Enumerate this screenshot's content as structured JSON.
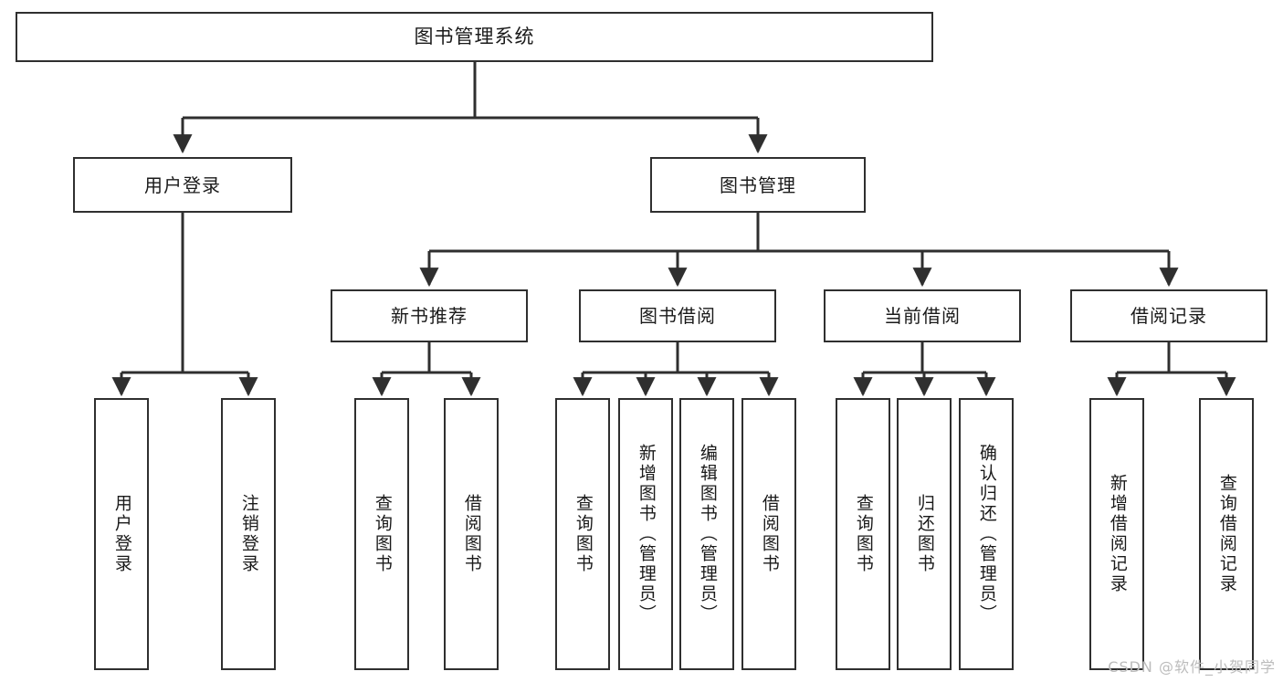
{
  "diagram": {
    "type": "tree-hierarchy-functional-structure",
    "title": "图书管理系统",
    "line_color": "#2f2f2f",
    "box_fill": "#ffffff",
    "text_color": "#1a1a1a",
    "watermark_color": "#bcbcbc"
  },
  "watermark": {
    "text": "CSDN @软件_小贺同学"
  },
  "nodes": {
    "root": {
      "label": "图书管理系统",
      "level": 1,
      "orientation": "horizontal"
    },
    "user_login": {
      "label": "用户登录",
      "level": 2,
      "orientation": "horizontal"
    },
    "book_manage": {
      "label": "图书管理",
      "level": 2,
      "orientation": "horizontal"
    },
    "new_book_rec": {
      "label": "新书推荐",
      "level": 3,
      "orientation": "horizontal"
    },
    "book_borrow": {
      "label": "图书借阅",
      "level": 3,
      "orientation": "horizontal"
    },
    "current_borrow": {
      "label": "当前借阅",
      "level": 3,
      "orientation": "horizontal"
    },
    "borrow_record": {
      "label": "借阅记录",
      "level": 3,
      "orientation": "horizontal"
    },
    "leaf_user_login": {
      "label": "用户登录",
      "level": 4,
      "orientation": "vertical"
    },
    "leaf_logout": {
      "label": "注销登录",
      "level": 4,
      "orientation": "vertical"
    },
    "leaf_query_book_1": {
      "label": "查询图书",
      "level": 4,
      "orientation": "vertical"
    },
    "leaf_borrow_book_1": {
      "label": "借阅图书",
      "level": 4,
      "orientation": "vertical"
    },
    "leaf_query_book_2": {
      "label": "查询图书",
      "level": 4,
      "orientation": "vertical"
    },
    "leaf_add_book": {
      "label": "新增图书（管理员）",
      "level": 4,
      "orientation": "vertical"
    },
    "leaf_edit_book": {
      "label": "编辑图书（管理员）",
      "level": 4,
      "orientation": "vertical"
    },
    "leaf_borrow_book_2": {
      "label": "借阅图书",
      "level": 4,
      "orientation": "vertical"
    },
    "leaf_query_book_3": {
      "label": "查询图书",
      "level": 4,
      "orientation": "vertical"
    },
    "leaf_return_book": {
      "label": "归还图书",
      "level": 4,
      "orientation": "vertical"
    },
    "leaf_confirm_return": {
      "label": "确认归还（管理员）",
      "level": 4,
      "orientation": "vertical"
    },
    "leaf_add_record": {
      "label": "新增借阅记录",
      "level": 4,
      "orientation": "vertical"
    },
    "leaf_query_record": {
      "label": "查询借阅记录",
      "level": 4,
      "orientation": "vertical"
    }
  },
  "edges": [
    {
      "from": "root",
      "to": "user_login"
    },
    {
      "from": "root",
      "to": "book_manage"
    },
    {
      "from": "user_login",
      "to": "leaf_user_login"
    },
    {
      "from": "user_login",
      "to": "leaf_logout"
    },
    {
      "from": "book_manage",
      "to": "new_book_rec"
    },
    {
      "from": "book_manage",
      "to": "book_borrow"
    },
    {
      "from": "book_manage",
      "to": "current_borrow"
    },
    {
      "from": "book_manage",
      "to": "borrow_record"
    },
    {
      "from": "new_book_rec",
      "to": "leaf_query_book_1"
    },
    {
      "from": "new_book_rec",
      "to": "leaf_borrow_book_1"
    },
    {
      "from": "book_borrow",
      "to": "leaf_query_book_2"
    },
    {
      "from": "book_borrow",
      "to": "leaf_add_book"
    },
    {
      "from": "book_borrow",
      "to": "leaf_edit_book"
    },
    {
      "from": "book_borrow",
      "to": "leaf_borrow_book_2"
    },
    {
      "from": "current_borrow",
      "to": "leaf_query_book_3"
    },
    {
      "from": "current_borrow",
      "to": "leaf_return_book"
    },
    {
      "from": "current_borrow",
      "to": "leaf_confirm_return"
    },
    {
      "from": "borrow_record",
      "to": "leaf_add_record"
    },
    {
      "from": "borrow_record",
      "to": "leaf_query_record"
    }
  ]
}
